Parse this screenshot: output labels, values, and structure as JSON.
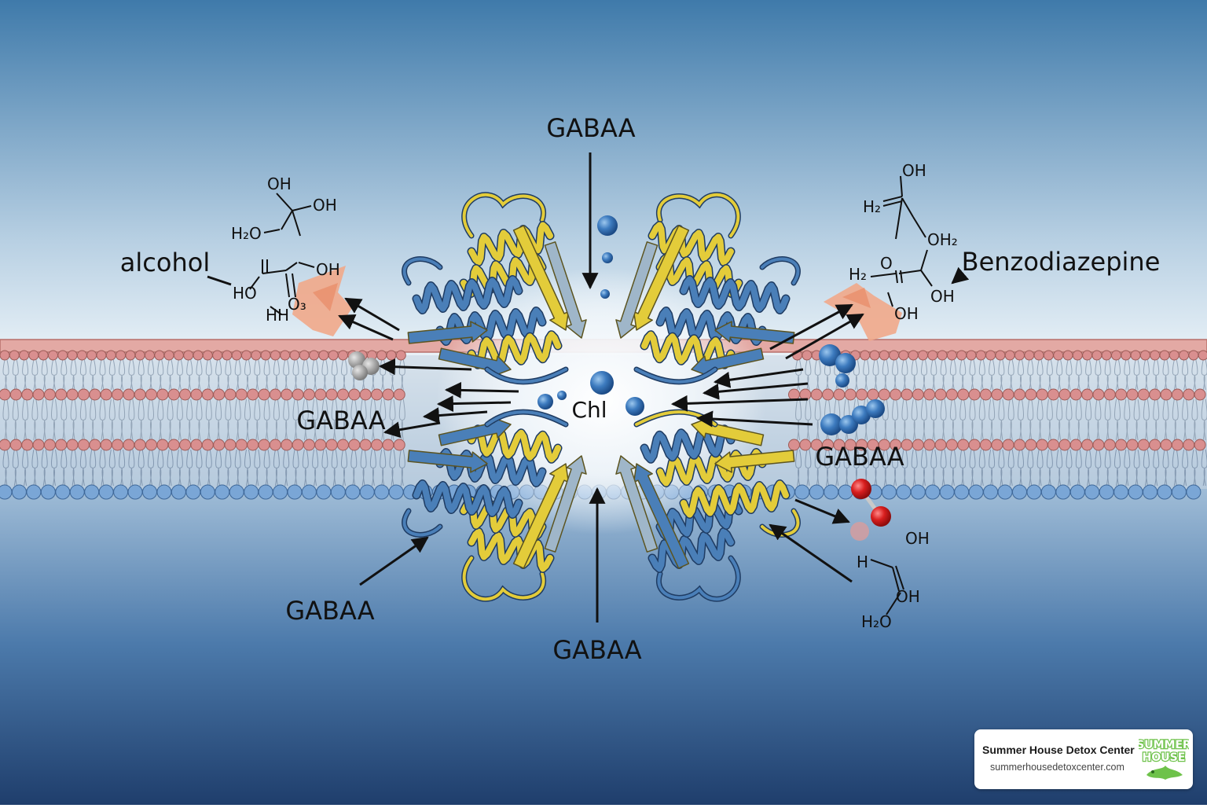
{
  "labels": {
    "top": "GABAA",
    "left_mid": "GABAA",
    "right_mid": "GABAA",
    "bottom_left": "GABAA",
    "bottom_center": "GABAA",
    "center": "Chl",
    "alcohol": "alcohol",
    "benzodiazepine": "Benzodiazepine"
  },
  "chem_left": [
    "OH",
    "OH",
    "H₂O",
    "OH",
    "HO",
    "HH",
    "O₃"
  ],
  "chem_right_top": [
    "OH",
    "H₂",
    "OH₂",
    "H₂",
    "O",
    "OH",
    "OH"
  ],
  "chem_right_bottom": [
    "OH",
    "H",
    "OH",
    "H₂O"
  ],
  "brand": {
    "name": "Summer House Detox Center",
    "url": "summerhousedetoxcenter.com",
    "logo_text": "SUMMER HOUSE"
  },
  "colors": {
    "bg_top": "#3f7aaa",
    "bg_mid": "#e6f0f7",
    "bg_bottom": "#1f3e6c",
    "helix_blue": "#4a7fb8",
    "helix_yellow": "#e3cc3a",
    "lipid_head_red": "#d98f8f",
    "lipid_head_blue": "#7aa6d6",
    "ion_blue": "#2f6fb0",
    "drug_peach": "#f1a98a",
    "oxygen_red": "#d81e1e",
    "logo_green": "#6ec24a"
  }
}
